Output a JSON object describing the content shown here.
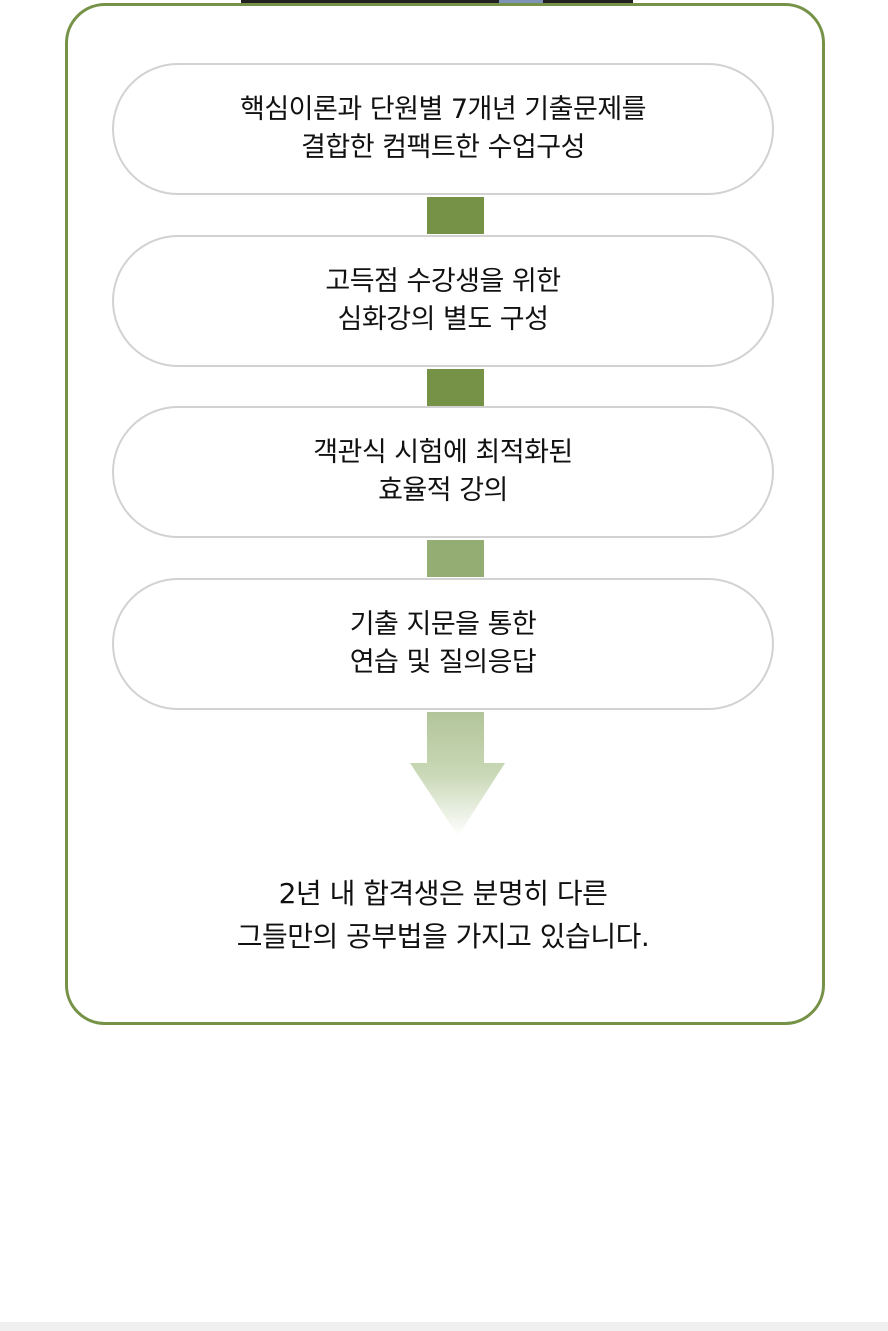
{
  "steps": [
    {
      "line1": "핵심이론과 단원별 7개년 기출문제를",
      "line2": "결합한 컴팩트한 수업구성"
    },
    {
      "line1": "고득점 수강생을 위한",
      "line2": "심화강의 별도 구성"
    },
    {
      "line1": "객관식 시험에 최적화된",
      "line2": "효율적 강의"
    },
    {
      "line1": "기출 지문을 통한",
      "line2": "연습 및 질의응답"
    }
  ],
  "conclusion": {
    "line1": "2년 내 합격생은 분명히 다른",
    "line2": "그들만의 공부법을 가지고 있습니다."
  },
  "colors": {
    "frame_border": "#769247",
    "connector_dark": "#769247",
    "connector_light": "#93ad72",
    "arrow_top": "#b2c59a",
    "step_border": "#d2d2d2"
  }
}
